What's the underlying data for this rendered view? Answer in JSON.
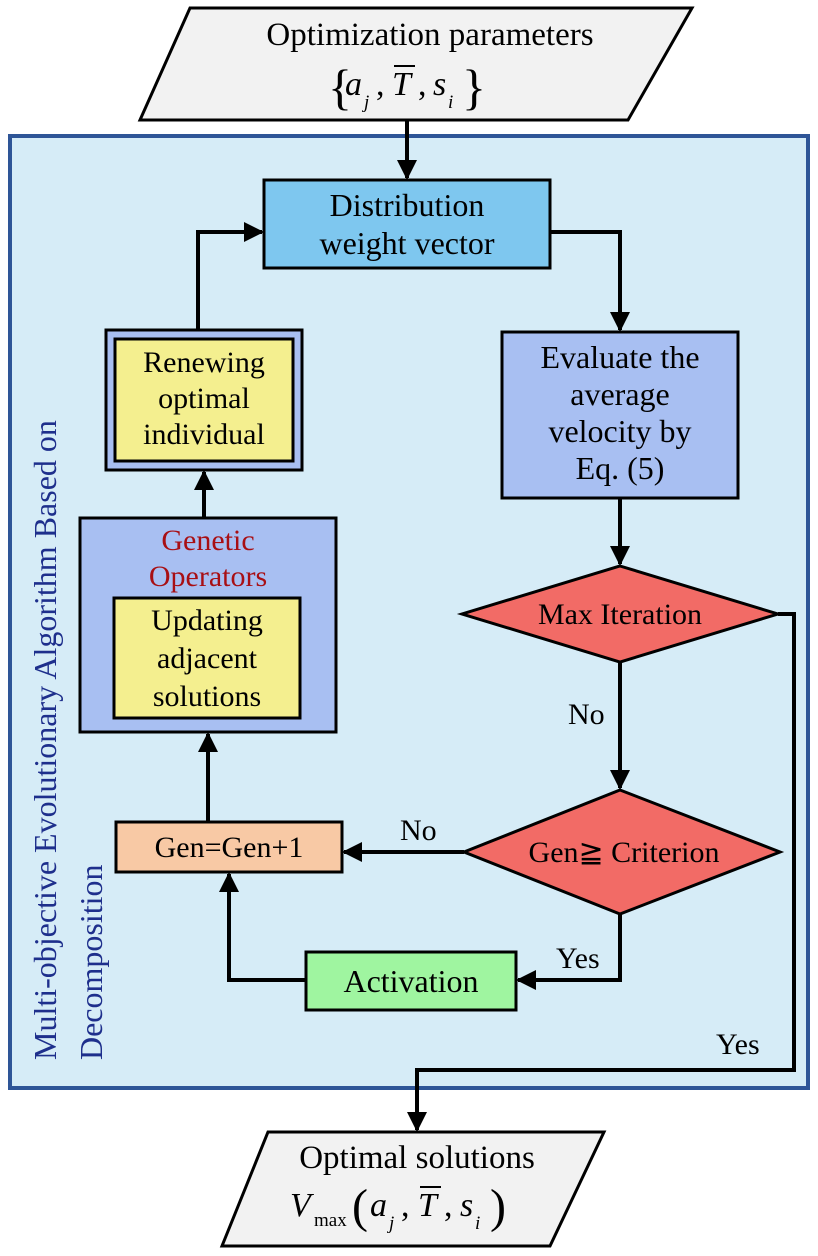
{
  "input": {
    "line1": "Optimization parameters",
    "math": {
      "lbrace": "{",
      "a": "a",
      "a_sub": "j",
      "T": "T",
      "s": "s",
      "s_sub": "i",
      "rbrace": "}",
      "comma": ","
    }
  },
  "output": {
    "line1": "Optimal solutions",
    "math": {
      "V": "V",
      "V_sub": "max",
      "lparen": "(",
      "a": "a",
      "a_sub": "j",
      "T": "T",
      "s": "s",
      "s_sub": "i",
      "rparen": ")",
      "comma": ","
    }
  },
  "container": {
    "title_line1": "Multi-objective Evolutionary Algorithm Based on",
    "title_line2": "Decomposition"
  },
  "nodes": {
    "distribution": [
      "Distribution",
      "weight vector"
    ],
    "evaluate": [
      "Evaluate the",
      "average",
      "velocity by",
      "Eq. (5)"
    ],
    "max_iteration": "Max Iteration",
    "gen_criterion": "Gen≧ Criterion",
    "gen_increment": "Gen=Gen+1",
    "activation": "Activation",
    "renewing": [
      "Renewing",
      "optimal",
      "individual"
    ],
    "genetic_title": [
      "Genetic",
      "Operators"
    ],
    "updating": [
      "Updating",
      "adjacent",
      "solutions"
    ]
  },
  "edge_labels": {
    "max_no": "No",
    "crit_no": "No",
    "crit_yes": "Yes",
    "max_yes": "Yes"
  },
  "colors": {
    "container_fill": "#d6ecf7",
    "container_border": "#2e5597",
    "distribution_fill": "#7ec7ef",
    "evaluate_fill": "#a8bff2",
    "decision_fill": "#f26b66",
    "gen_fill": "#f8c9a5",
    "activation_fill": "#9ff5a0",
    "operator_fill": "#a8bff2",
    "inner_fill": "#f4ef8f",
    "parallelogram_fill": "#f2f2f2",
    "genetic_text": "#a80f14",
    "title_text": "#1e2f8c"
  }
}
